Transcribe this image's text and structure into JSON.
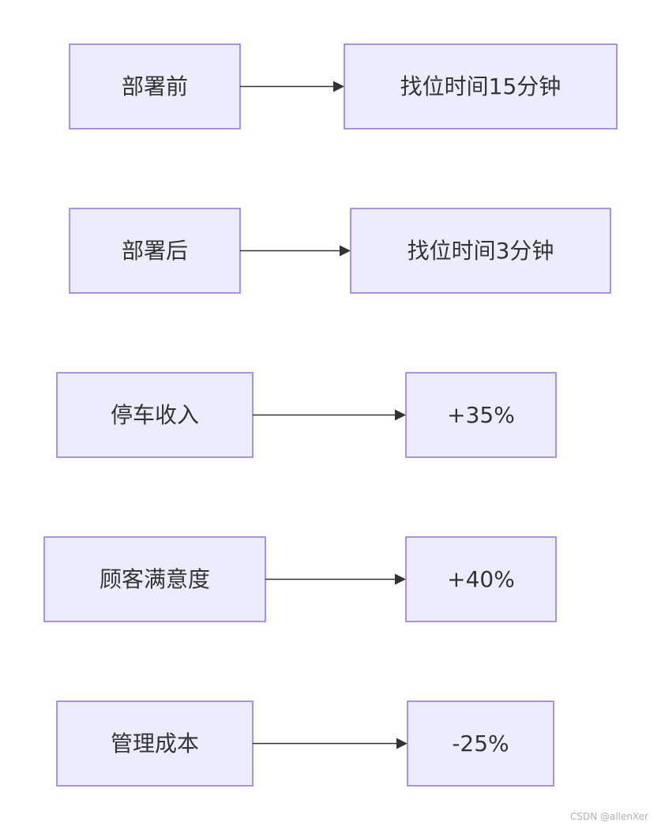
{
  "diagram": {
    "rows": [
      {
        "source": "部署前",
        "target": "找位时间15分钟"
      },
      {
        "source": "部署后",
        "target": "找位时间3分钟"
      },
      {
        "source": "停车收入",
        "target": "+35%"
      },
      {
        "source": "顾客满意度",
        "target": "+40%"
      },
      {
        "source": "管理成本",
        "target": "-25%"
      }
    ],
    "colors": {
      "node_fill": "#ececff",
      "node_stroke": "#9370db",
      "edge": "#333333"
    }
  },
  "watermark": "CSDN @allenXer"
}
